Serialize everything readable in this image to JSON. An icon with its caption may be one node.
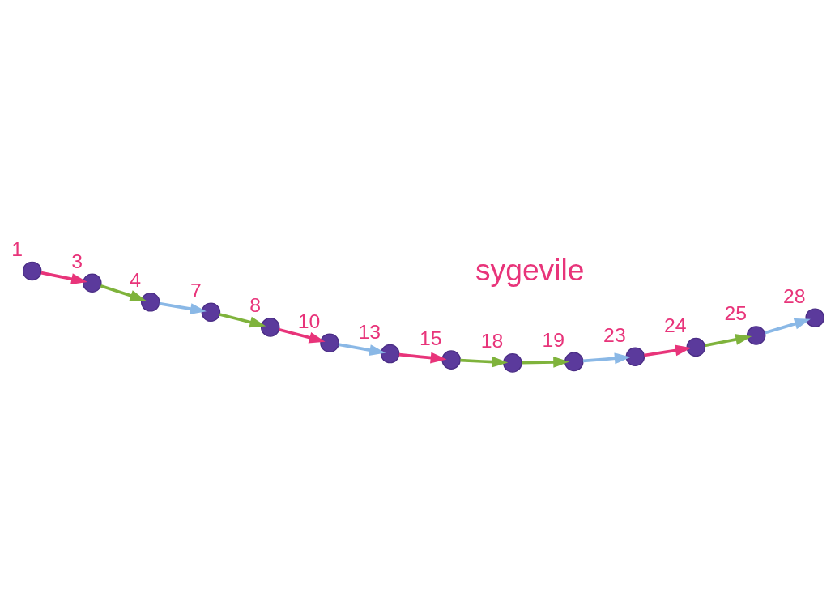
{
  "diagram": {
    "nodes": [
      {
        "text": [],
        "shape": "circle",
        "beside": [
          "1"
        ]
      },
      {
        "text": [],
        "shape": "circle",
        "beside": [
          "3"
        ]
      },
      {
        "text": [],
        "shape": "circle",
        "beside": [
          "4"
        ]
      },
      {
        "text": [],
        "shape": "circle",
        "beside": [
          "7"
        ]
      },
      {
        "text": [],
        "shape": "circle",
        "beside": [
          "8"
        ]
      },
      {
        "text": [],
        "shape": "circle",
        "beside": [
          "10"
        ]
      },
      {
        "text": [],
        "shape": "circle",
        "beside": [
          "13"
        ]
      },
      {
        "text": [],
        "shape": "circle",
        "beside": [
          "15"
        ]
      },
      {
        "text": [],
        "shape": "circle",
        "beside": [
          "18"
        ]
      },
      {
        "text": [],
        "shape": "circle",
        "beside": [
          "19"
        ]
      },
      {
        "text": [],
        "shape": "circle",
        "beside": [
          "23"
        ]
      },
      {
        "text": [],
        "shape": "circle",
        "beside": [
          "24"
        ]
      },
      {
        "text": [],
        "shape": "circle",
        "beside": [
          "25"
        ]
      },
      {
        "text": [],
        "shape": "circle",
        "beside": [
          "28"
        ]
      }
    ],
    "edges": [
      {
        "from": 0,
        "to": 1,
        "arrow": "to",
        "color": "#e8347a"
      },
      {
        "from": 1,
        "to": 2,
        "arrow": "to",
        "color": "#7fb33c"
      },
      {
        "from": 2,
        "to": 3,
        "arrow": "to",
        "color": "#8ab8e6"
      },
      {
        "from": 3,
        "to": 4,
        "arrow": "to",
        "color": "#7fb33c"
      },
      {
        "from": 4,
        "to": 5,
        "arrow": "to",
        "color": "#e8347a"
      },
      {
        "from": 5,
        "to": 6,
        "arrow": "to",
        "color": "#8ab8e6"
      },
      {
        "from": 6,
        "to": 7,
        "arrow": "to",
        "color": "#e8347a"
      },
      {
        "from": 7,
        "to": 8,
        "arrow": "to",
        "color": "#7fb33c"
      },
      {
        "from": 8,
        "to": 9,
        "arrow": "to",
        "color": "#7fb33c"
      },
      {
        "from": 9,
        "to": 10,
        "arrow": "to",
        "color": "#8ab8e6"
      },
      {
        "from": 10,
        "to": 11,
        "arrow": "to",
        "color": "#e8347a"
      },
      {
        "from": 11,
        "to": 12,
        "arrow": "to",
        "color": "#7fb33c"
      },
      {
        "from": 12,
        "to": 13,
        "arrow": "to",
        "color": "#8ab8e6"
      }
    ],
    "labels": [
      "sygevile"
    ]
  }
}
